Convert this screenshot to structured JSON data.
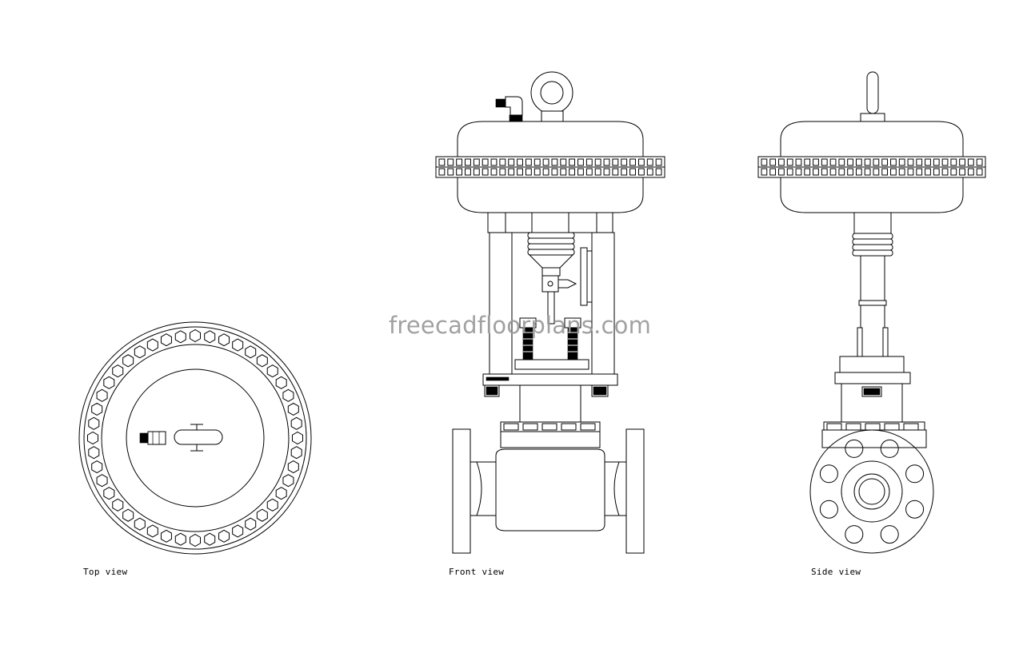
{
  "views": [
    {
      "id": "top",
      "label": "Top view"
    },
    {
      "id": "front",
      "label": "Front view"
    },
    {
      "id": "side",
      "label": "Side view"
    }
  ],
  "watermark": "freecadfloorplans.com",
  "colors": {
    "line": "#000000",
    "background": "#ffffff",
    "watermark": "#9a9a9a"
  }
}
